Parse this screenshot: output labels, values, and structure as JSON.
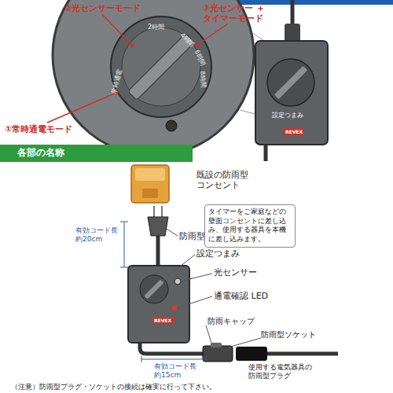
{
  "diagram": {
    "nodes": [
      {
        "text": [
          "各部の名称"
        ]
      },
      {
        "text": [
          "タイマーをご家庭などの壁面コンセントに差し込み、使用する器具を本機に差し込みます。"
        ]
      }
    ],
    "labels": [
      "②光センサーモード",
      "③光センサー ＋タイマーモード",
      "①常時通電モード",
      "2時間",
      "4時間",
      "6時間",
      "8時間",
      "常時通電",
      "REVEX",
      "設定つまみ",
      "既設の防雨型 コンセント",
      "防雨型プラグ",
      "有効コード長 約20cm",
      "設定つまみ",
      "光センサー",
      "通電確認 LED",
      "REVEX",
      "防雨キャップ",
      "防雨型ソケット",
      "有効コード長 約15cm",
      "使用する電気器具の 防雨型プラグ",
      "（注意）防雨型プラグ・ソケットの接続は確実に行って下さい。"
    ]
  }
}
